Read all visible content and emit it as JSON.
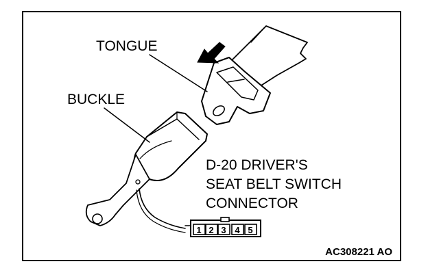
{
  "labels": {
    "tongue": "TONGUE",
    "buckle": "BUCKLE",
    "connector_line1": "D-20 DRIVER'S",
    "connector_line2": "SEAT BELT SWITCH",
    "connector_line3": "CONNECTOR"
  },
  "connector_pins": [
    "1",
    "2",
    "3",
    "4",
    "5"
  ],
  "figure_code": "AC308221 AO",
  "colors": {
    "ink": "#000000",
    "background": "#ffffff"
  },
  "icons": {
    "insertion_direction": "arrow-down-left-icon"
  }
}
